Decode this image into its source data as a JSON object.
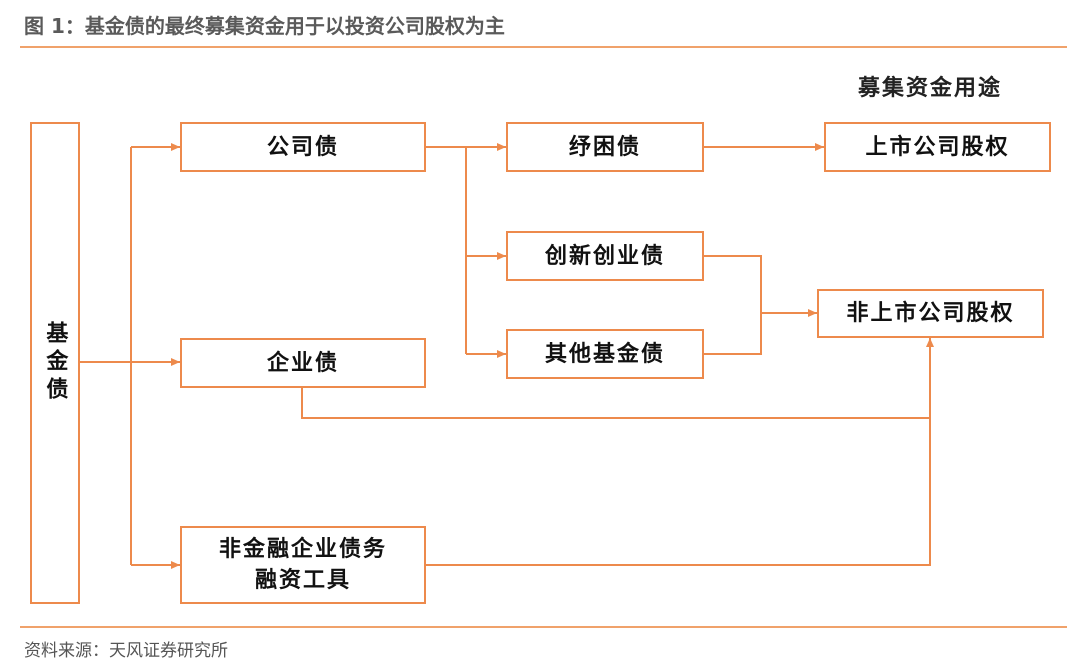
{
  "figure": {
    "title": "图 1：基金债的最终募集资金用于以投资公司股权为主",
    "source": "资料来源：天风证券研究所",
    "usage_header": "募集资金用途"
  },
  "nodes": {
    "fund_bond": "基金债",
    "corporate_bond_gongsi": "公司债",
    "enterprise_bond": "企业债",
    "non_financial_instrument": "非金融企业债务\n融资工具",
    "relief_bond": "纾困债",
    "innovation_bond": "创新创业债",
    "other_fund_bond": "其他基金债",
    "listed_equity": "上市公司股权",
    "unlisted_equity": "非上市公司股权"
  },
  "colors": {
    "accent": "#ed8a4c",
    "rule": "#f0a26b",
    "text": "#111111"
  }
}
